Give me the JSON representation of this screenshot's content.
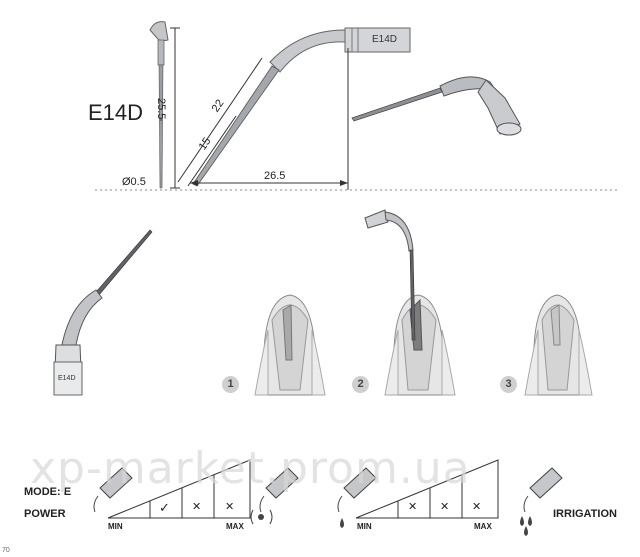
{
  "model": "E14D",
  "tip_engraving": "E14D",
  "tip_engraving_side": "E14D",
  "dimensions": {
    "height": "25.5",
    "length_long": "22",
    "length_short": "15",
    "horizontal": "26.5",
    "diameter": "Ø0.5"
  },
  "steps": [
    "1",
    "2",
    "3"
  ],
  "mode_label": "MODE: E",
  "power_label": "POWER",
  "irrigation_label": "IRRIGATION",
  "power_scale": {
    "min": "MIN",
    "max": "MAX",
    "marks": [
      "✓",
      "✕",
      "✕"
    ]
  },
  "irrigation_scale": {
    "min": "MIN",
    "max": "MAX",
    "marks": [
      "✕",
      "✕",
      "✕"
    ]
  },
  "watermark": "xp-market.prom.ua",
  "page_number": "70",
  "colors": {
    "metal": "#b9bcc0",
    "line": "#333333",
    "tooth": "#e2e2e2"
  },
  "icons": [
    "tip-hand-icon",
    "vibration-icon",
    "water-drop-icon"
  ]
}
